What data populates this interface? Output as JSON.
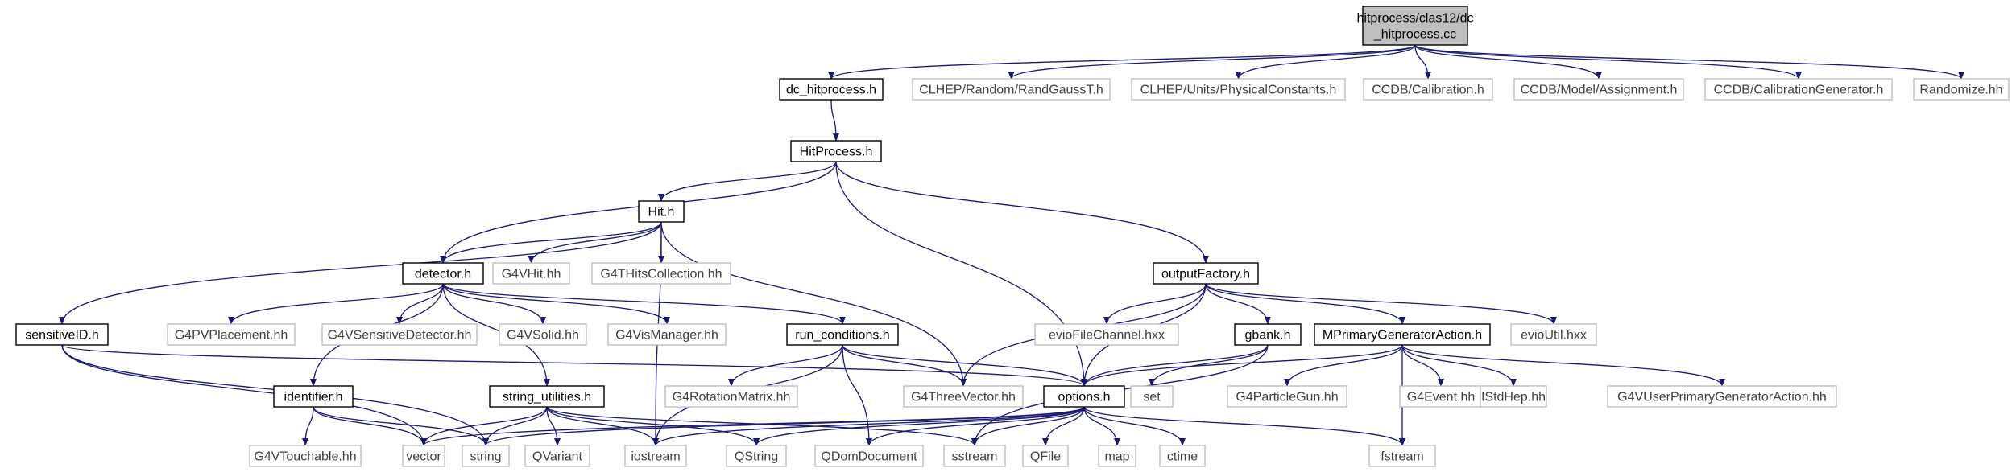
{
  "colors": {
    "edge": "#191970",
    "root_fill": "#bfbfbf",
    "system_border": "#bfbfbf",
    "local_border": "#000000"
  },
  "nodes": [
    {
      "id": "root",
      "lines": [
        "hitprocess/clas12/dc",
        "_hitprocess.cc"
      ],
      "kind": "root"
    },
    {
      "id": "dc_hitprocess",
      "lines": [
        "dc_hitprocess.h"
      ],
      "kind": "local"
    },
    {
      "id": "randgauss",
      "lines": [
        "CLHEP/Random/RandGaussT.h"
      ],
      "kind": "system"
    },
    {
      "id": "physconst",
      "lines": [
        "CLHEP/Units/PhysicalConstants.h"
      ],
      "kind": "system"
    },
    {
      "id": "ccdb_cal",
      "lines": [
        "CCDB/Calibration.h"
      ],
      "kind": "system"
    },
    {
      "id": "ccdb_assign",
      "lines": [
        "CCDB/Model/Assignment.h"
      ],
      "kind": "system"
    },
    {
      "id": "ccdb_calgen",
      "lines": [
        "CCDB/CalibrationGenerator.h"
      ],
      "kind": "system"
    },
    {
      "id": "randomize",
      "lines": [
        "Randomize.hh"
      ],
      "kind": "system"
    },
    {
      "id": "hitprocess_h",
      "lines": [
        "HitProcess.h"
      ],
      "kind": "local"
    },
    {
      "id": "hit_h",
      "lines": [
        "Hit.h"
      ],
      "kind": "local"
    },
    {
      "id": "detector_h",
      "lines": [
        "detector.h"
      ],
      "kind": "local"
    },
    {
      "id": "g4vhit",
      "lines": [
        "G4VHit.hh"
      ],
      "kind": "system"
    },
    {
      "id": "g4thits",
      "lines": [
        "G4THitsCollection.hh"
      ],
      "kind": "system"
    },
    {
      "id": "outputfactory",
      "lines": [
        "outputFactory.h"
      ],
      "kind": "local"
    },
    {
      "id": "sensitiveid",
      "lines": [
        "sensitiveID.h"
      ],
      "kind": "local"
    },
    {
      "id": "g4pvplacement",
      "lines": [
        "G4PVPlacement.hh"
      ],
      "kind": "system"
    },
    {
      "id": "g4vsensdet",
      "lines": [
        "G4VSensitiveDetector.hh"
      ],
      "kind": "system"
    },
    {
      "id": "g4vsolid",
      "lines": [
        "G4VSolid.hh"
      ],
      "kind": "system"
    },
    {
      "id": "g4vismanager",
      "lines": [
        "G4VisManager.hh"
      ],
      "kind": "system"
    },
    {
      "id": "run_conditions",
      "lines": [
        "run_conditions.h"
      ],
      "kind": "local"
    },
    {
      "id": "eviofilechannel",
      "lines": [
        "evioFileChannel.hxx"
      ],
      "kind": "system"
    },
    {
      "id": "gbank",
      "lines": [
        "gbank.h"
      ],
      "kind": "local"
    },
    {
      "id": "mprimary",
      "lines": [
        "MPrimaryGeneratorAction.h"
      ],
      "kind": "local"
    },
    {
      "id": "evioutil",
      "lines": [
        "evioUtil.hxx"
      ],
      "kind": "system"
    },
    {
      "id": "identifier",
      "lines": [
        "identifier.h"
      ],
      "kind": "local"
    },
    {
      "id": "string_utilities",
      "lines": [
        "string_utilities.h"
      ],
      "kind": "local"
    },
    {
      "id": "g4rotation",
      "lines": [
        "G4RotationMatrix.hh"
      ],
      "kind": "system"
    },
    {
      "id": "g4threevector",
      "lines": [
        "G4ThreeVector.hh"
      ],
      "kind": "system"
    },
    {
      "id": "options",
      "lines": [
        "options.h"
      ],
      "kind": "local"
    },
    {
      "id": "set",
      "lines": [
        "set"
      ],
      "kind": "system"
    },
    {
      "id": "g4particlegun",
      "lines": [
        "G4ParticleGun.hh"
      ],
      "kind": "system"
    },
    {
      "id": "g4event",
      "lines": [
        "G4Event.hh"
      ],
      "kind": "system"
    },
    {
      "id": "istdhep",
      "lines": [
        "IStdHep.hh"
      ],
      "kind": "system"
    },
    {
      "id": "g4vuserprimary",
      "lines": [
        "G4VUserPrimaryGeneratorAction.hh"
      ],
      "kind": "system"
    },
    {
      "id": "g4vtouchable",
      "lines": [
        "G4VTouchable.hh"
      ],
      "kind": "system"
    },
    {
      "id": "vector",
      "lines": [
        "vector"
      ],
      "kind": "system"
    },
    {
      "id": "string",
      "lines": [
        "string"
      ],
      "kind": "system"
    },
    {
      "id": "qvariant",
      "lines": [
        "QVariant"
      ],
      "kind": "system"
    },
    {
      "id": "iostream",
      "lines": [
        "iostream"
      ],
      "kind": "system"
    },
    {
      "id": "qstring",
      "lines": [
        "QString"
      ],
      "kind": "system"
    },
    {
      "id": "qdomdocument",
      "lines": [
        "QDomDocument"
      ],
      "kind": "system"
    },
    {
      "id": "sstream",
      "lines": [
        "sstream"
      ],
      "kind": "system"
    },
    {
      "id": "qfile",
      "lines": [
        "QFile"
      ],
      "kind": "system"
    },
    {
      "id": "map",
      "lines": [
        "map"
      ],
      "kind": "system"
    },
    {
      "id": "ctime",
      "lines": [
        "ctime"
      ],
      "kind": "system"
    },
    {
      "id": "fstream",
      "lines": [
        "fstream"
      ],
      "kind": "system"
    }
  ],
  "edges": [
    [
      "root",
      "dc_hitprocess"
    ],
    [
      "root",
      "randgauss"
    ],
    [
      "root",
      "physconst"
    ],
    [
      "root",
      "ccdb_cal"
    ],
    [
      "root",
      "ccdb_assign"
    ],
    [
      "root",
      "ccdb_calgen"
    ],
    [
      "root",
      "randomize"
    ],
    [
      "dc_hitprocess",
      "hitprocess_h"
    ],
    [
      "hitprocess_h",
      "hit_h"
    ],
    [
      "hitprocess_h",
      "detector_h"
    ],
    [
      "hitprocess_h",
      "outputfactory"
    ],
    [
      "hitprocess_h",
      "options"
    ],
    [
      "hit_h",
      "detector_h"
    ],
    [
      "hit_h",
      "g4vhit"
    ],
    [
      "hit_h",
      "g4thits"
    ],
    [
      "hit_h",
      "sensitiveid"
    ],
    [
      "hit_h",
      "g4threevector"
    ],
    [
      "hit_h",
      "iostream"
    ],
    [
      "detector_h",
      "identifier"
    ],
    [
      "detector_h",
      "g4pvplacement"
    ],
    [
      "detector_h",
      "g4vsensdet"
    ],
    [
      "detector_h",
      "g4vsolid"
    ],
    [
      "detector_h",
      "g4vismanager"
    ],
    [
      "detector_h",
      "run_conditions"
    ],
    [
      "detector_h",
      "string_utilities"
    ],
    [
      "sensitiveid",
      "options"
    ],
    [
      "sensitiveid",
      "vector"
    ],
    [
      "sensitiveid",
      "string"
    ],
    [
      "outputfactory",
      "g4threevector"
    ],
    [
      "outputfactory",
      "eviofilechannel"
    ],
    [
      "outputfactory",
      "gbank"
    ],
    [
      "outputfactory",
      "mprimary"
    ],
    [
      "outputfactory",
      "evioutil"
    ],
    [
      "outputfactory",
      "options"
    ],
    [
      "run_conditions",
      "g4rotation"
    ],
    [
      "run_conditions",
      "g4threevector"
    ],
    [
      "run_conditions",
      "options"
    ],
    [
      "run_conditions",
      "iostream"
    ],
    [
      "run_conditions",
      "qdomdocument"
    ],
    [
      "gbank",
      "options"
    ],
    [
      "gbank",
      "set"
    ],
    [
      "gbank",
      "sstream"
    ],
    [
      "mprimary",
      "options"
    ],
    [
      "mprimary",
      "g4particlegun"
    ],
    [
      "mprimary",
      "g4event"
    ],
    [
      "mprimary",
      "istdhep"
    ],
    [
      "mprimary",
      "g4vuserprimary"
    ],
    [
      "mprimary",
      "fstream"
    ],
    [
      "identifier",
      "g4vtouchable"
    ],
    [
      "identifier",
      "vector"
    ],
    [
      "identifier",
      "string"
    ],
    [
      "string_utilities",
      "vector"
    ],
    [
      "string_utilities",
      "string"
    ],
    [
      "string_utilities",
      "qvariant"
    ],
    [
      "string_utilities",
      "iostream"
    ],
    [
      "string_utilities",
      "qstring"
    ],
    [
      "string_utilities",
      "sstream"
    ],
    [
      "options",
      "vector"
    ],
    [
      "options",
      "string"
    ],
    [
      "options",
      "iostream"
    ],
    [
      "options",
      "qstring"
    ],
    [
      "options",
      "qdomdocument"
    ],
    [
      "options",
      "sstream"
    ],
    [
      "options",
      "qfile"
    ],
    [
      "options",
      "map"
    ],
    [
      "options",
      "ctime"
    ],
    [
      "options",
      "fstream"
    ]
  ]
}
